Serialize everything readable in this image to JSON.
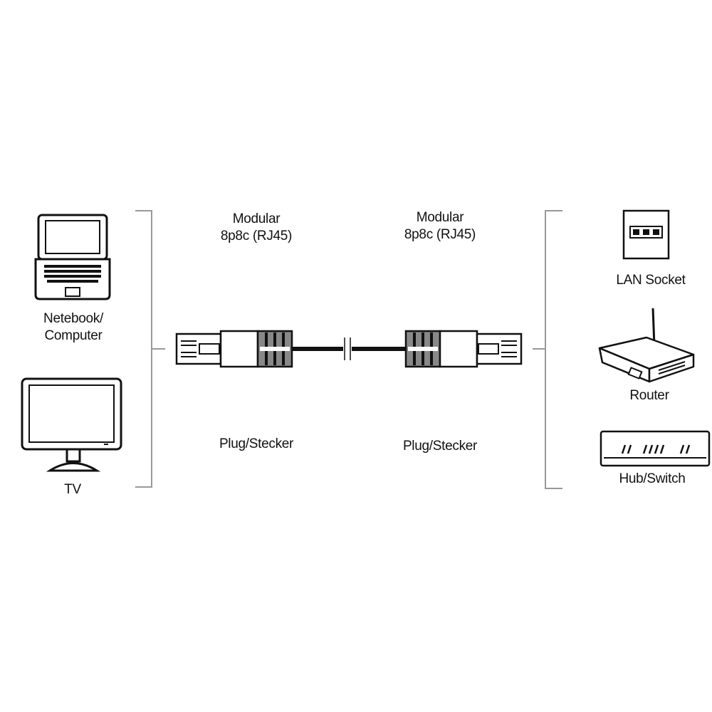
{
  "left_devices": {
    "netbook": {
      "label_line1": "Netebook/",
      "label_line2": "Computer",
      "icon": "laptop-icon"
    },
    "tv": {
      "label": "TV",
      "icon": "monitor-icon"
    }
  },
  "connectors": {
    "left": {
      "type_line1": "Modular",
      "type_line2": "8p8c (RJ45)",
      "kind": "Plug/Stecker"
    },
    "right": {
      "type_line1": "Modular",
      "type_line2": "8p8c (RJ45)",
      "kind": "Plug/Stecker"
    }
  },
  "right_devices": {
    "lan_socket": {
      "label": "LAN Socket",
      "icon": "lan-socket-icon"
    },
    "router": {
      "label": "Router",
      "icon": "router-icon"
    },
    "hub_switch": {
      "label": "Hub/Switch",
      "icon": "hub-switch-icon"
    }
  },
  "colors": {
    "stroke": "#111111",
    "bracket": "#999999",
    "cable": "#111111",
    "grip": "#888888"
  }
}
